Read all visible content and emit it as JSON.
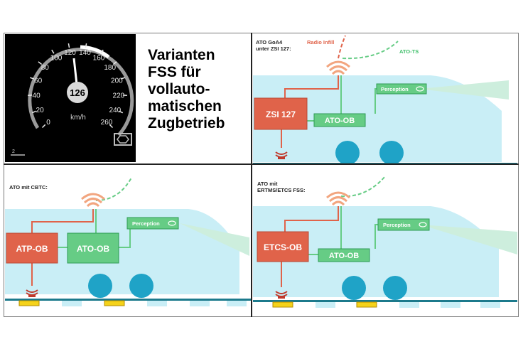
{
  "title_lines": [
    "Varianten",
    "FSS für",
    "vollauto-",
    "matischen",
    "Zugbetrieb"
  ],
  "speedometer": {
    "speed": "126",
    "unit": "km/h",
    "ticks": [
      "0",
      "20",
      "40",
      "60",
      "80",
      "100",
      "120",
      "140",
      "160",
      "180",
      "200",
      "220",
      "240",
      "260"
    ],
    "small_label": "2"
  },
  "panels": {
    "zsi": {
      "caption_line1": "ATO GoA4",
      "caption_line2": "unter ZSI 127:",
      "radio_infill": "Radio Infill",
      "ato_ts": "ATO-TS",
      "box_left": "ZSI 127",
      "box_mid": "ATO-OB",
      "perception": "Perception"
    },
    "cbtc": {
      "caption_line1": "ATO mit CBTC:",
      "box_left": "ATP-OB",
      "box_mid": "ATO-OB",
      "perception": "Perception"
    },
    "etcs": {
      "caption_line1": "ATO mit",
      "caption_line2": "ERTMS/ETCS FSS:",
      "box_left": "ETCS-OB",
      "box_mid": "ATO-OB",
      "perception": "Perception"
    }
  },
  "colors": {
    "train_body": "#c9eef6",
    "box_red": "#e0634a",
    "box_green": "#66cc85",
    "rail": "#1c7a8c",
    "wheel": "#1fa3c7",
    "balise": "#f5d21a",
    "radio": "#f2a57f"
  }
}
